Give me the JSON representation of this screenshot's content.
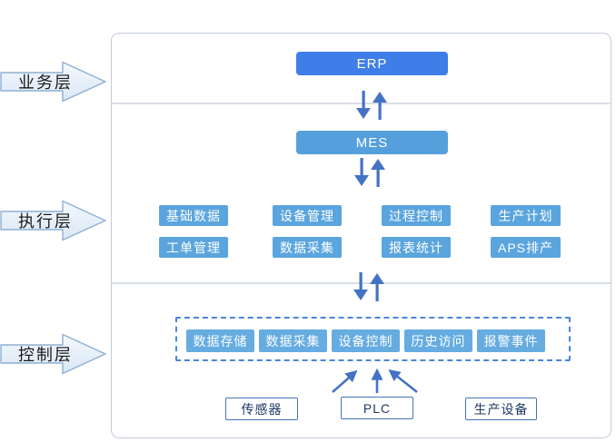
{
  "diagram": {
    "layers": {
      "business": {
        "label": "业务层"
      },
      "execution": {
        "label": "执行层"
      },
      "control": {
        "label": "控制层"
      }
    },
    "business": {
      "erp_label": "ERP"
    },
    "execution": {
      "mes_label": "MES",
      "modules_row1": [
        "基础数据",
        "设备管理",
        "过程控制",
        "生产计划"
      ],
      "modules_row2": [
        "工单管理",
        "数据采集",
        "报表统计",
        "APS排产"
      ]
    },
    "control": {
      "functions": [
        "数据存储",
        "数据采集",
        "设备控制",
        "历史访问",
        "报警事件"
      ],
      "devices": [
        "传感器",
        "PLC",
        "生产设备"
      ]
    },
    "colors": {
      "erp_fill": "#3f7ee8",
      "mes_fill": "#55a0dc",
      "module_fill": "#5ba5de",
      "control_fill": "#66ace1",
      "arrow_blue": "#4472c4",
      "dashed_border": "#4a86d8",
      "device_border": "#4173be",
      "device_text": "#1f3864",
      "layer_arrow_border": "#8fafd4",
      "layer_arrow_fill_top": "#f4f9fd",
      "layer_arrow_fill_bottom": "#d9e7f5",
      "container_border": "#c3cdd9",
      "divider": "#d9dfe7"
    }
  }
}
